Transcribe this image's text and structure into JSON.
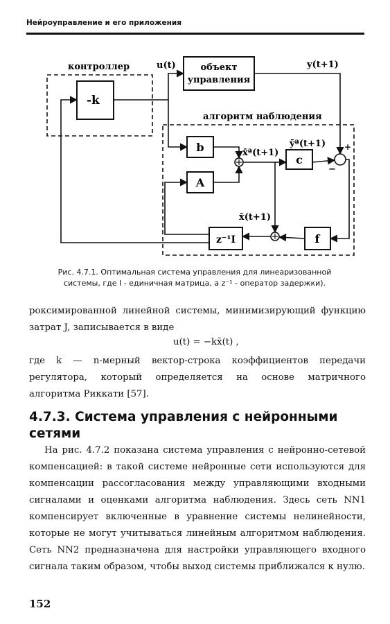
{
  "header": {
    "running_title": "Нейроуправление и его приложения"
  },
  "figure": {
    "labels": {
      "controller": "контроллер",
      "gain": "-k",
      "input_signal": "u(t)",
      "plant_line1": "объект",
      "plant_line2": "управления",
      "output_signal": "y(t+1)",
      "observer": "алгоритм наблюдения",
      "b_block": "b",
      "a_block": "A",
      "c_block": "c",
      "f_block": "f",
      "delay_block": "z⁻¹I",
      "x_hat_a": "x̄ª(t+1)",
      "y_hat_a": "ȳª(t+1)",
      "x_hat": "x̄(t+1)",
      "plus": "+",
      "minus": "−"
    }
  },
  "caption": {
    "line1": "Рис. 4.7.1. Оптимальная система управления для линеаризованной",
    "line2": "системы, где I - единичная матрица, а z⁻¹ - оператор задержки)."
  },
  "body": {
    "p1": "роксимированной линейной системы, минимизирующий функцию затрат J, записывается в виде",
    "formula": "u(t) = −kx̄(t) ,",
    "p2": "где k — n-мерный вектор-строка коэффициентов передачи регулятора, который определяется на основе матричного алгоритма Риккати [57].",
    "section_title": "4.7.3. Система управления с нейронными сетями",
    "p3": "На рис. 4.7.2 показана система управления с нейронно-сетевой компенсацией: в такой системе нейронные сети используются для компенсации рассогласования между управляющими входными сигналами и оценками алгоритма наблюдения. Здесь сеть NN1 компенсирует включенные в уравнение системы нелинейности, которые не могут учитываться линейным алгоритмом наблюдения. Сеть NN2 предназначена для настройки управляющего входного сигнала таким образом, чтобы выход системы приближался к нулю."
  },
  "footer": {
    "page_number": "152"
  }
}
